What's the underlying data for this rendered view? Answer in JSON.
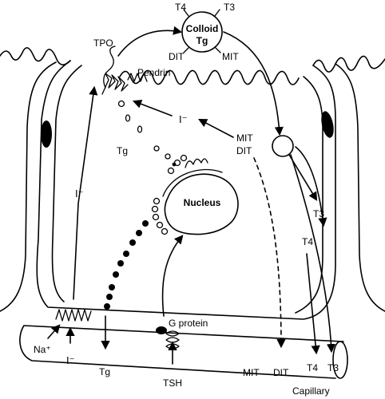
{
  "diagram": {
    "labels": {
      "t4_top": "T4",
      "t3_top": "T3",
      "colloid": "Colloid",
      "colloid_tg": "Tg",
      "dit_top": "DIT",
      "mit_top": "MIT",
      "tpo": "TPO",
      "pendrin": "Pendrin",
      "iodide_top": "I⁻",
      "mit_mid": "MIT",
      "dit_mid": "DIT",
      "tg_mid": "Tg",
      "nucleus": "Nucleus",
      "iodide_left": "I⁻",
      "t3_right": "T3",
      "t4_right": "T4",
      "g_protein": "G protein",
      "na": "Na⁺",
      "iodide_bottom": "I⁻",
      "tg_bottom": "Tg",
      "tsh": "TSH",
      "mit_bottom": "MIT",
      "dit_bottom": "DIT",
      "t4_bottom": "T4",
      "t3_bottom": "T3",
      "capillary": "Capillary"
    }
  }
}
